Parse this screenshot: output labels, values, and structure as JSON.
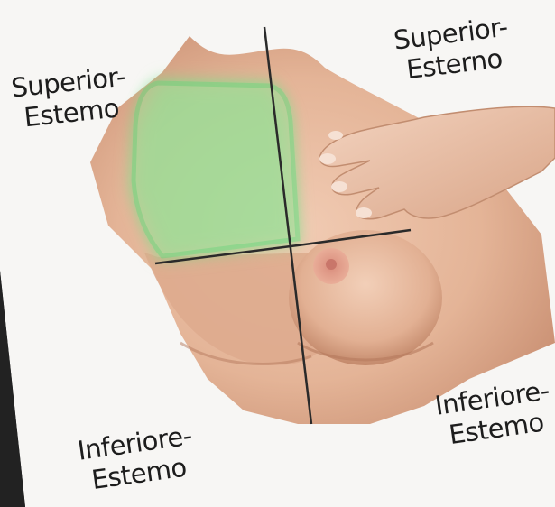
{
  "quadrant_labels": {
    "top_left": {
      "line1": "Superior-",
      "line2": "Estemo"
    },
    "top_right": {
      "line1": "Superior-",
      "line2": "Esterno"
    },
    "bottom_left": {
      "line1": "Inferiore-",
      "line2": "Estemo"
    },
    "bottom_right": {
      "line1": "Inferiore-",
      "line2": "Estemo"
    }
  },
  "highlighted_quadrant": "upper-outer",
  "colors": {
    "background": "#f7f6f4",
    "skin": "#e6b89c",
    "skin_shadow": "#c98f72",
    "highlight": "#53e07a",
    "quadrant_lines": "#2a2a2a",
    "text": "#1d1d1d"
  }
}
